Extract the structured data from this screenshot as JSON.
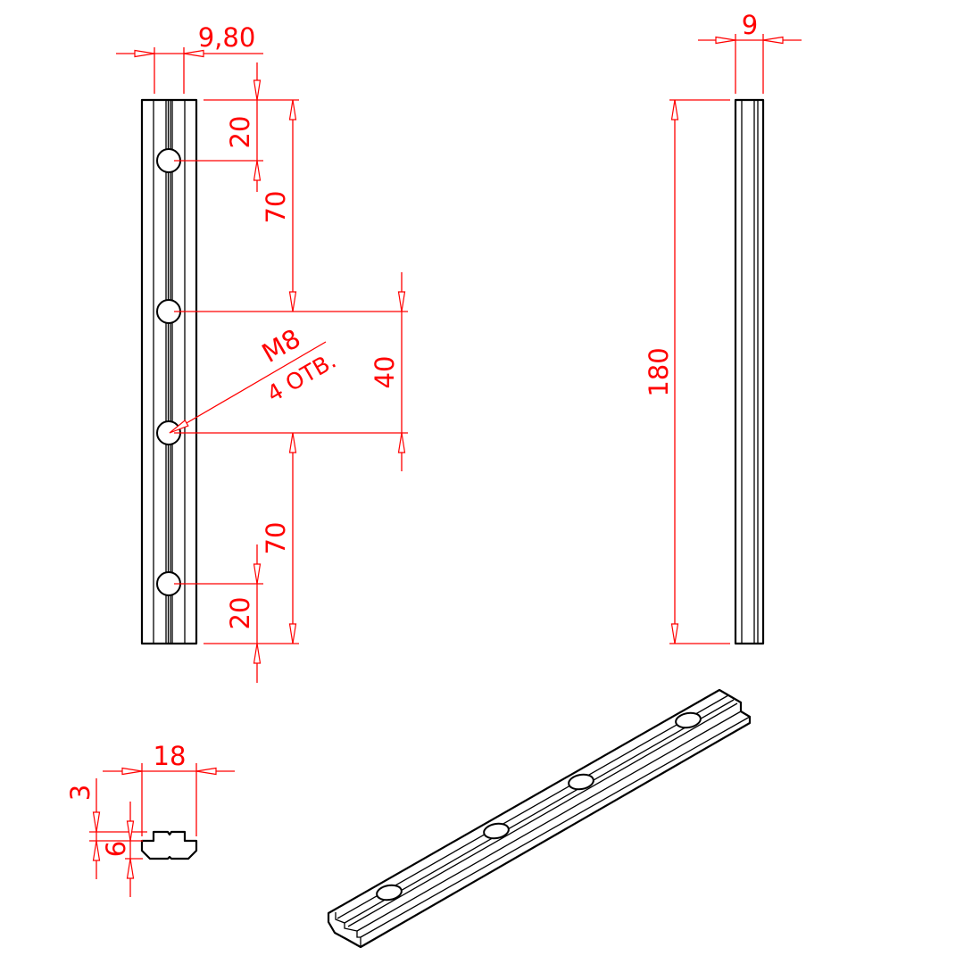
{
  "drawing": {
    "front_view": {
      "width_label": "9,80",
      "top_offset_label": "20",
      "upper_spacing_label": "70",
      "middle_spacing_label": "40",
      "lower_spacing_label": "70",
      "bottom_offset_label": "20",
      "thread_label": "M8",
      "hole_count_label": "4 ОТВ."
    },
    "side_view": {
      "thickness_label": "9",
      "length_label": "180"
    },
    "section_view": {
      "width_label": "18",
      "top_step_label": "3",
      "height_label": "6"
    },
    "colors": {
      "dimension": "#ff0000",
      "part": "#000000"
    }
  }
}
